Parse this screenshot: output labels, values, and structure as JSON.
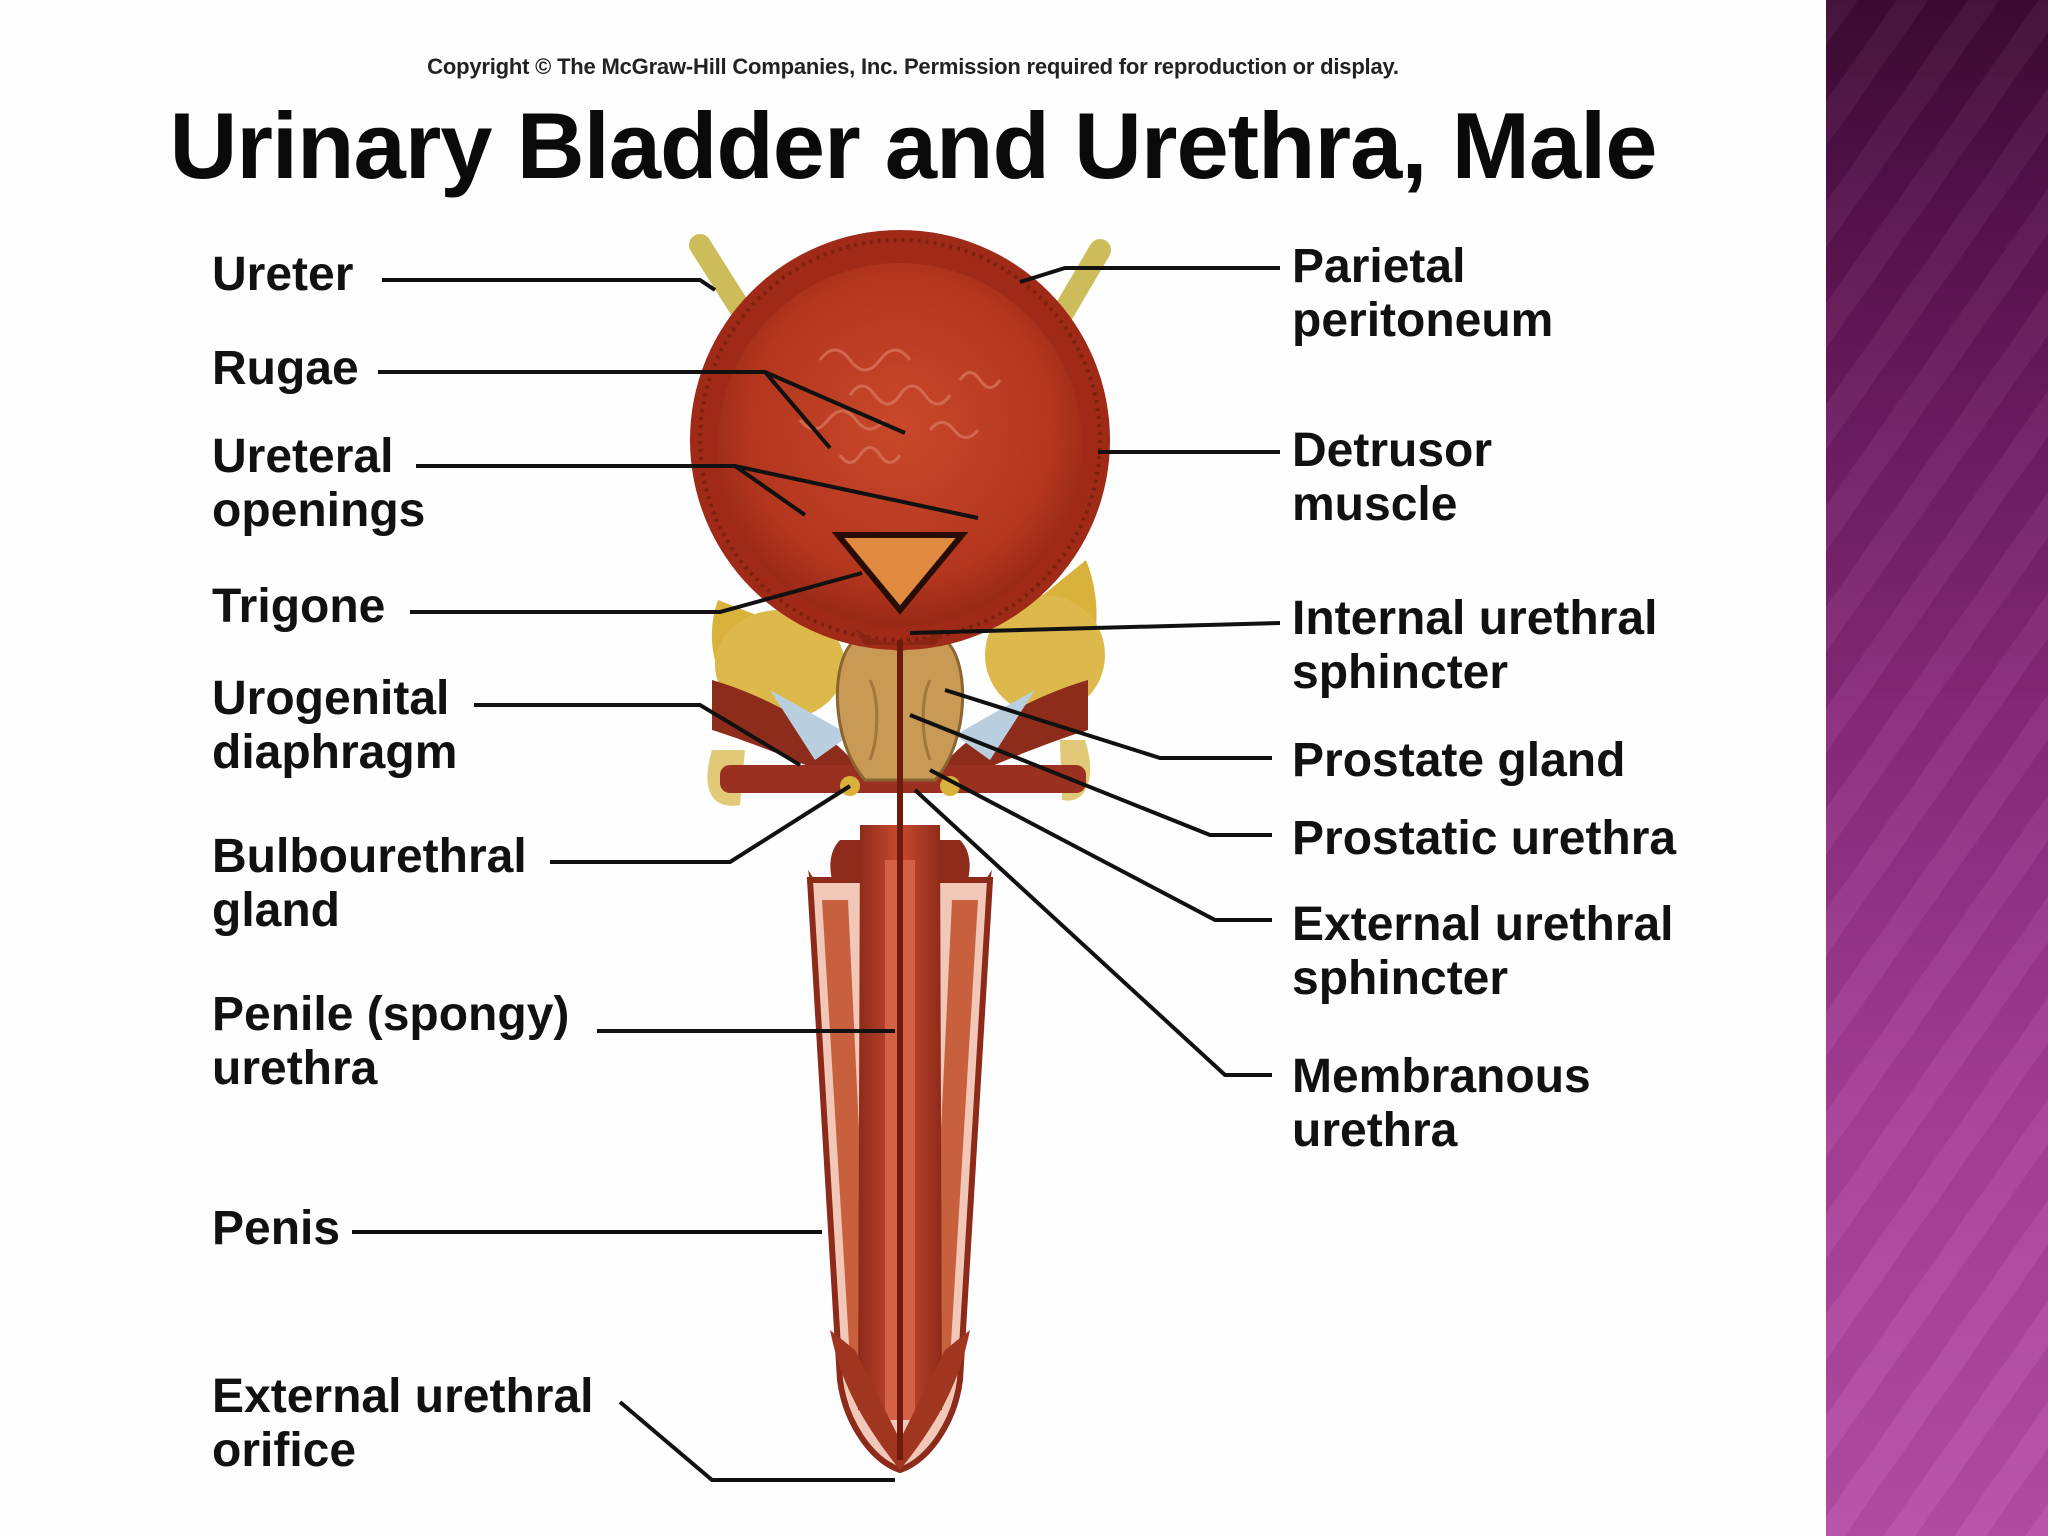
{
  "copyright": "Copyright © The McGraw-Hill Companies, Inc. Permission required for reproduction or display.",
  "title": "Urinary Bladder and Urethra, Male",
  "labels_left": {
    "ureter": [
      "Ureter"
    ],
    "rugae": [
      "Rugae"
    ],
    "ureteral_openings": [
      "Ureteral",
      "openings"
    ],
    "trigone": [
      "Trigone"
    ],
    "urogenital_diaphragm": [
      "Urogenital",
      "diaphragm"
    ],
    "bulbourethral_gland": [
      "Bulbourethral",
      "gland"
    ],
    "penile_urethra": [
      "Penile (spongy)",
      "urethra"
    ],
    "penis": [
      "Penis"
    ],
    "external_urethral_orifice": [
      "External urethral",
      "orifice"
    ]
  },
  "labels_right": {
    "parietal_peritoneum": [
      "Parietal",
      "peritoneum"
    ],
    "detrusor_muscle": [
      "Detrusor",
      "muscle"
    ],
    "internal_urethral_sphincter": [
      "Internal urethral",
      "sphincter"
    ],
    "prostate_gland": [
      "Prostate gland"
    ],
    "prostatic_urethra": [
      "Prostatic urethra"
    ],
    "external_urethral_sphincter": [
      "External urethral",
      "sphincter"
    ],
    "membranous_urethra": [
      "Membranous",
      "urethra"
    ]
  },
  "colors": {
    "bladder_wall": "#9e2a17",
    "bladder_interior": "#b8391f",
    "fat": "#d9b23c",
    "prostate": "#c99a55",
    "ureter": "#cdbd5a",
    "sidebar_purple": "#8a2b7c"
  }
}
